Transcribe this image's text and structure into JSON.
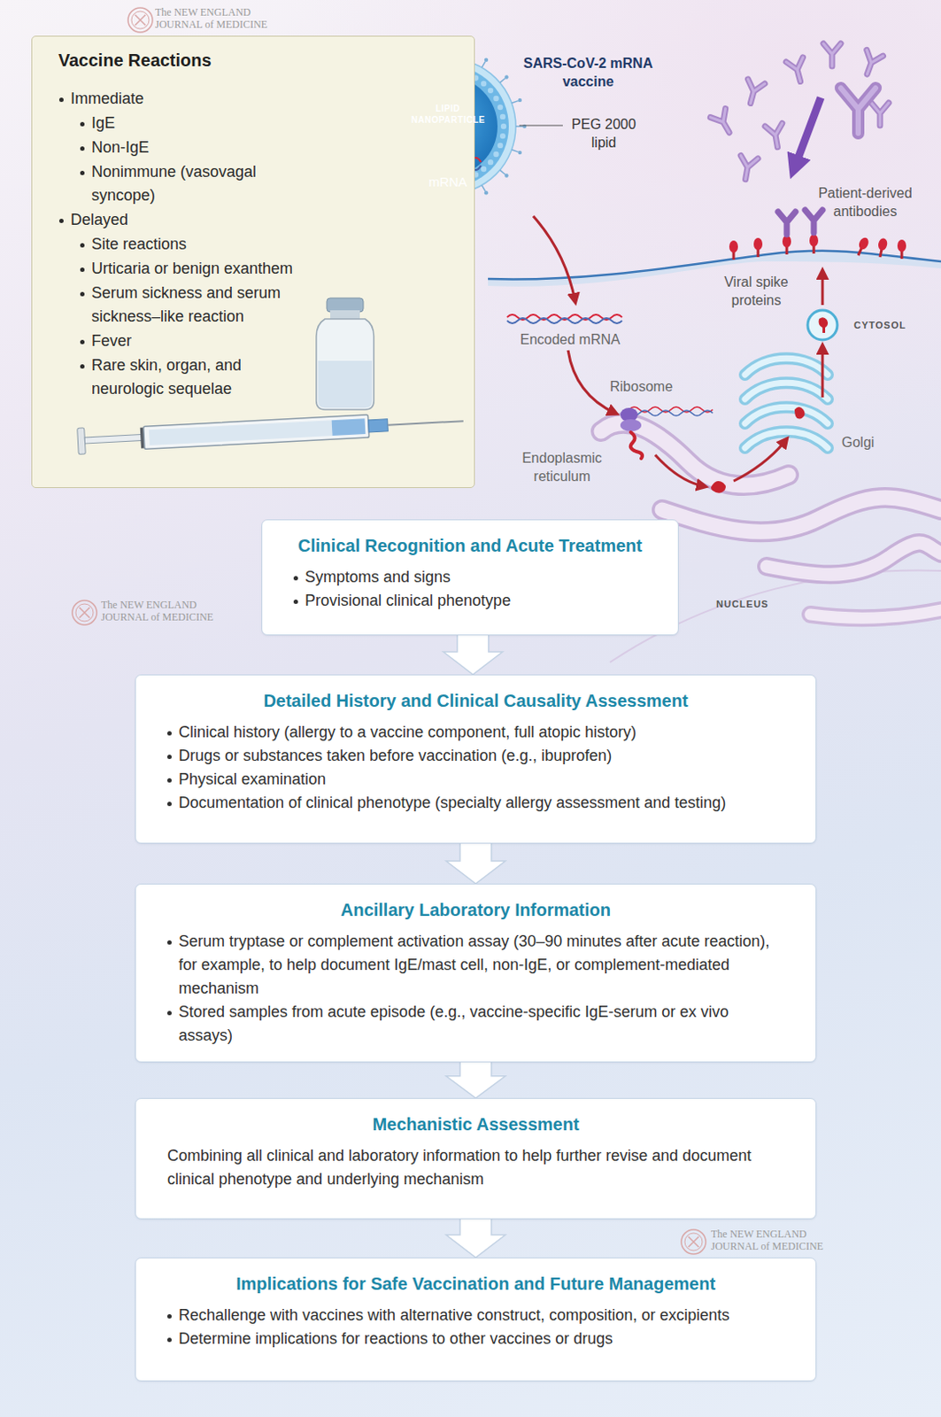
{
  "diagram": {
    "nodes": [
      {
        "text": [
          "Vaccine Reactions",
          "Immediate",
          "IgE",
          "Non-IgE",
          "Nonimmune (vasovagal syncope)",
          "Delayed",
          "Site reactions",
          "Urticaria or benign exanthem",
          "Serum sickness and serum sickness–like reaction",
          "Fever",
          "Rare skin, organ, and neurologic sequelae"
        ]
      },
      {
        "text": [
          "Clinical Recognition and Acute Treatment",
          "Symptoms and signs",
          "Provisional clinical phenotype"
        ]
      },
      {
        "text": [
          "Detailed History and Clinical Causality Assessment",
          "Clinical history (allergy to a vaccine component, full atopic history)",
          "Drugs or substances taken before vaccination (e.g., ibuprofen)",
          "Physical examination",
          "Documentation of clinical phenotype (specialty allergy assessment and testing)"
        ]
      },
      {
        "text": [
          "Ancillary Laboratory Information",
          "Serum tryptase or complement activation assay (30–90 minutes after acute reaction), for example, to help document IgE/mast cell, non-IgE, or complement-mediated mechanism",
          "Stored samples from acute episode (e.g., vaccine-specific IgE-serum or ex vivo assays)"
        ]
      },
      {
        "text": [
          "Mechanistic Assessment",
          "Combining all clinical and laboratory information to help further revise and document clinical phenotype and underlying mechanism"
        ]
      },
      {
        "text": [
          "Implications for Safe Vaccination and Future Management",
          "Rechallenge with vaccines with alternative construct, composition, or excipients",
          "Determine implications for reactions to other vaccines or drugs"
        ]
      }
    ],
    "edges": [
      {
        "from": 1,
        "to": 2,
        "arrow": "to"
      },
      {
        "from": 2,
        "to": 3,
        "arrow": "to"
      },
      {
        "from": 3,
        "to": 4,
        "arrow": "to"
      },
      {
        "from": 4,
        "to": 5,
        "arrow": "to"
      }
    ],
    "labels": [
      "The NEW ENGLAND JOURNAL of MEDICINE",
      "SARS-CoV-2 mRNA vaccine",
      "LIPID NANOPARTICLE",
      "mRNA",
      "PEG 2000 lipid",
      "Patient-derived antibodies",
      "Viral spike proteins",
      "Encoded mRNA",
      "CYTOSOL",
      "Ribosome",
      "Golgi",
      "Endoplasmic reticulum",
      "The NEW ENGLAND JOURNAL of MEDICINE",
      "NUCLEUS",
      "The NEW ENGLAND JOURNAL of MEDICINE"
    ]
  }
}
